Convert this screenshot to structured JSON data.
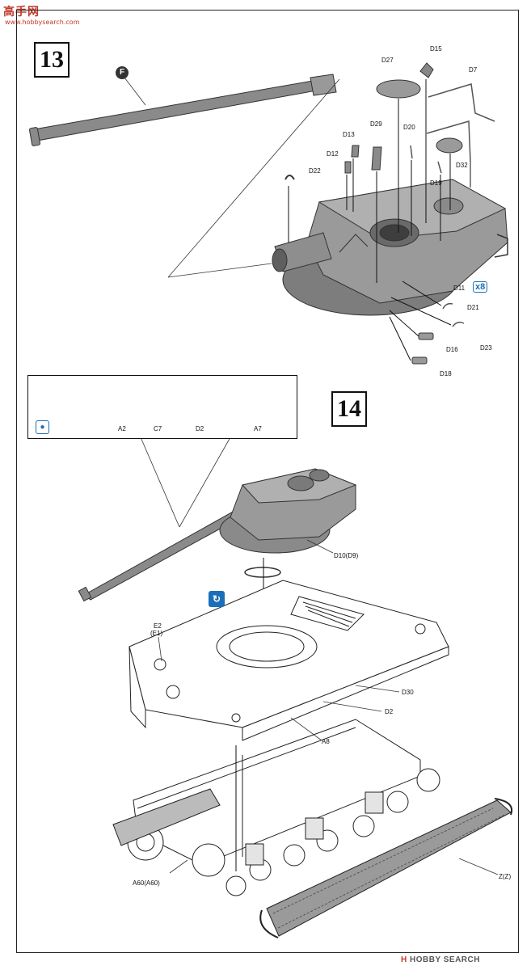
{
  "watermark": {
    "brand": "高手网",
    "url": "www.hobbysearch.com"
  },
  "footer": {
    "logo_mark": "H",
    "brand": "HOBBY SEARCH"
  },
  "steps": {
    "step13": "13",
    "step14": "14"
  },
  "badges": {
    "sprue_f": "F",
    "qty_prefix": "x",
    "qty_value": "8"
  },
  "step13_labels": {
    "d27": "D27",
    "d15": "D15",
    "d7": "D7",
    "d13": "D13",
    "d29": "D29",
    "d20": "D20",
    "d12": "D12",
    "d22": "D22",
    "d19": "D19",
    "d32": "D32",
    "d11": "D11",
    "d21": "D21",
    "d16": "D16",
    "d23": "D23",
    "d18": "D18"
  },
  "detail_labels": {
    "a2": "A2",
    "c7": "C7",
    "d2": "D2",
    "a7": "A7"
  },
  "step14_labels": {
    "d10": "D10(D9)",
    "e2": "E2",
    "e1": "(E1)",
    "d30": "D30",
    "d2": "D2",
    "a8": "A8",
    "a60": "A60(A60)",
    "z": "Z(Z)"
  },
  "icons": {
    "pin": "glue-pin-icon",
    "rotate": "rotate-turret-icon"
  }
}
